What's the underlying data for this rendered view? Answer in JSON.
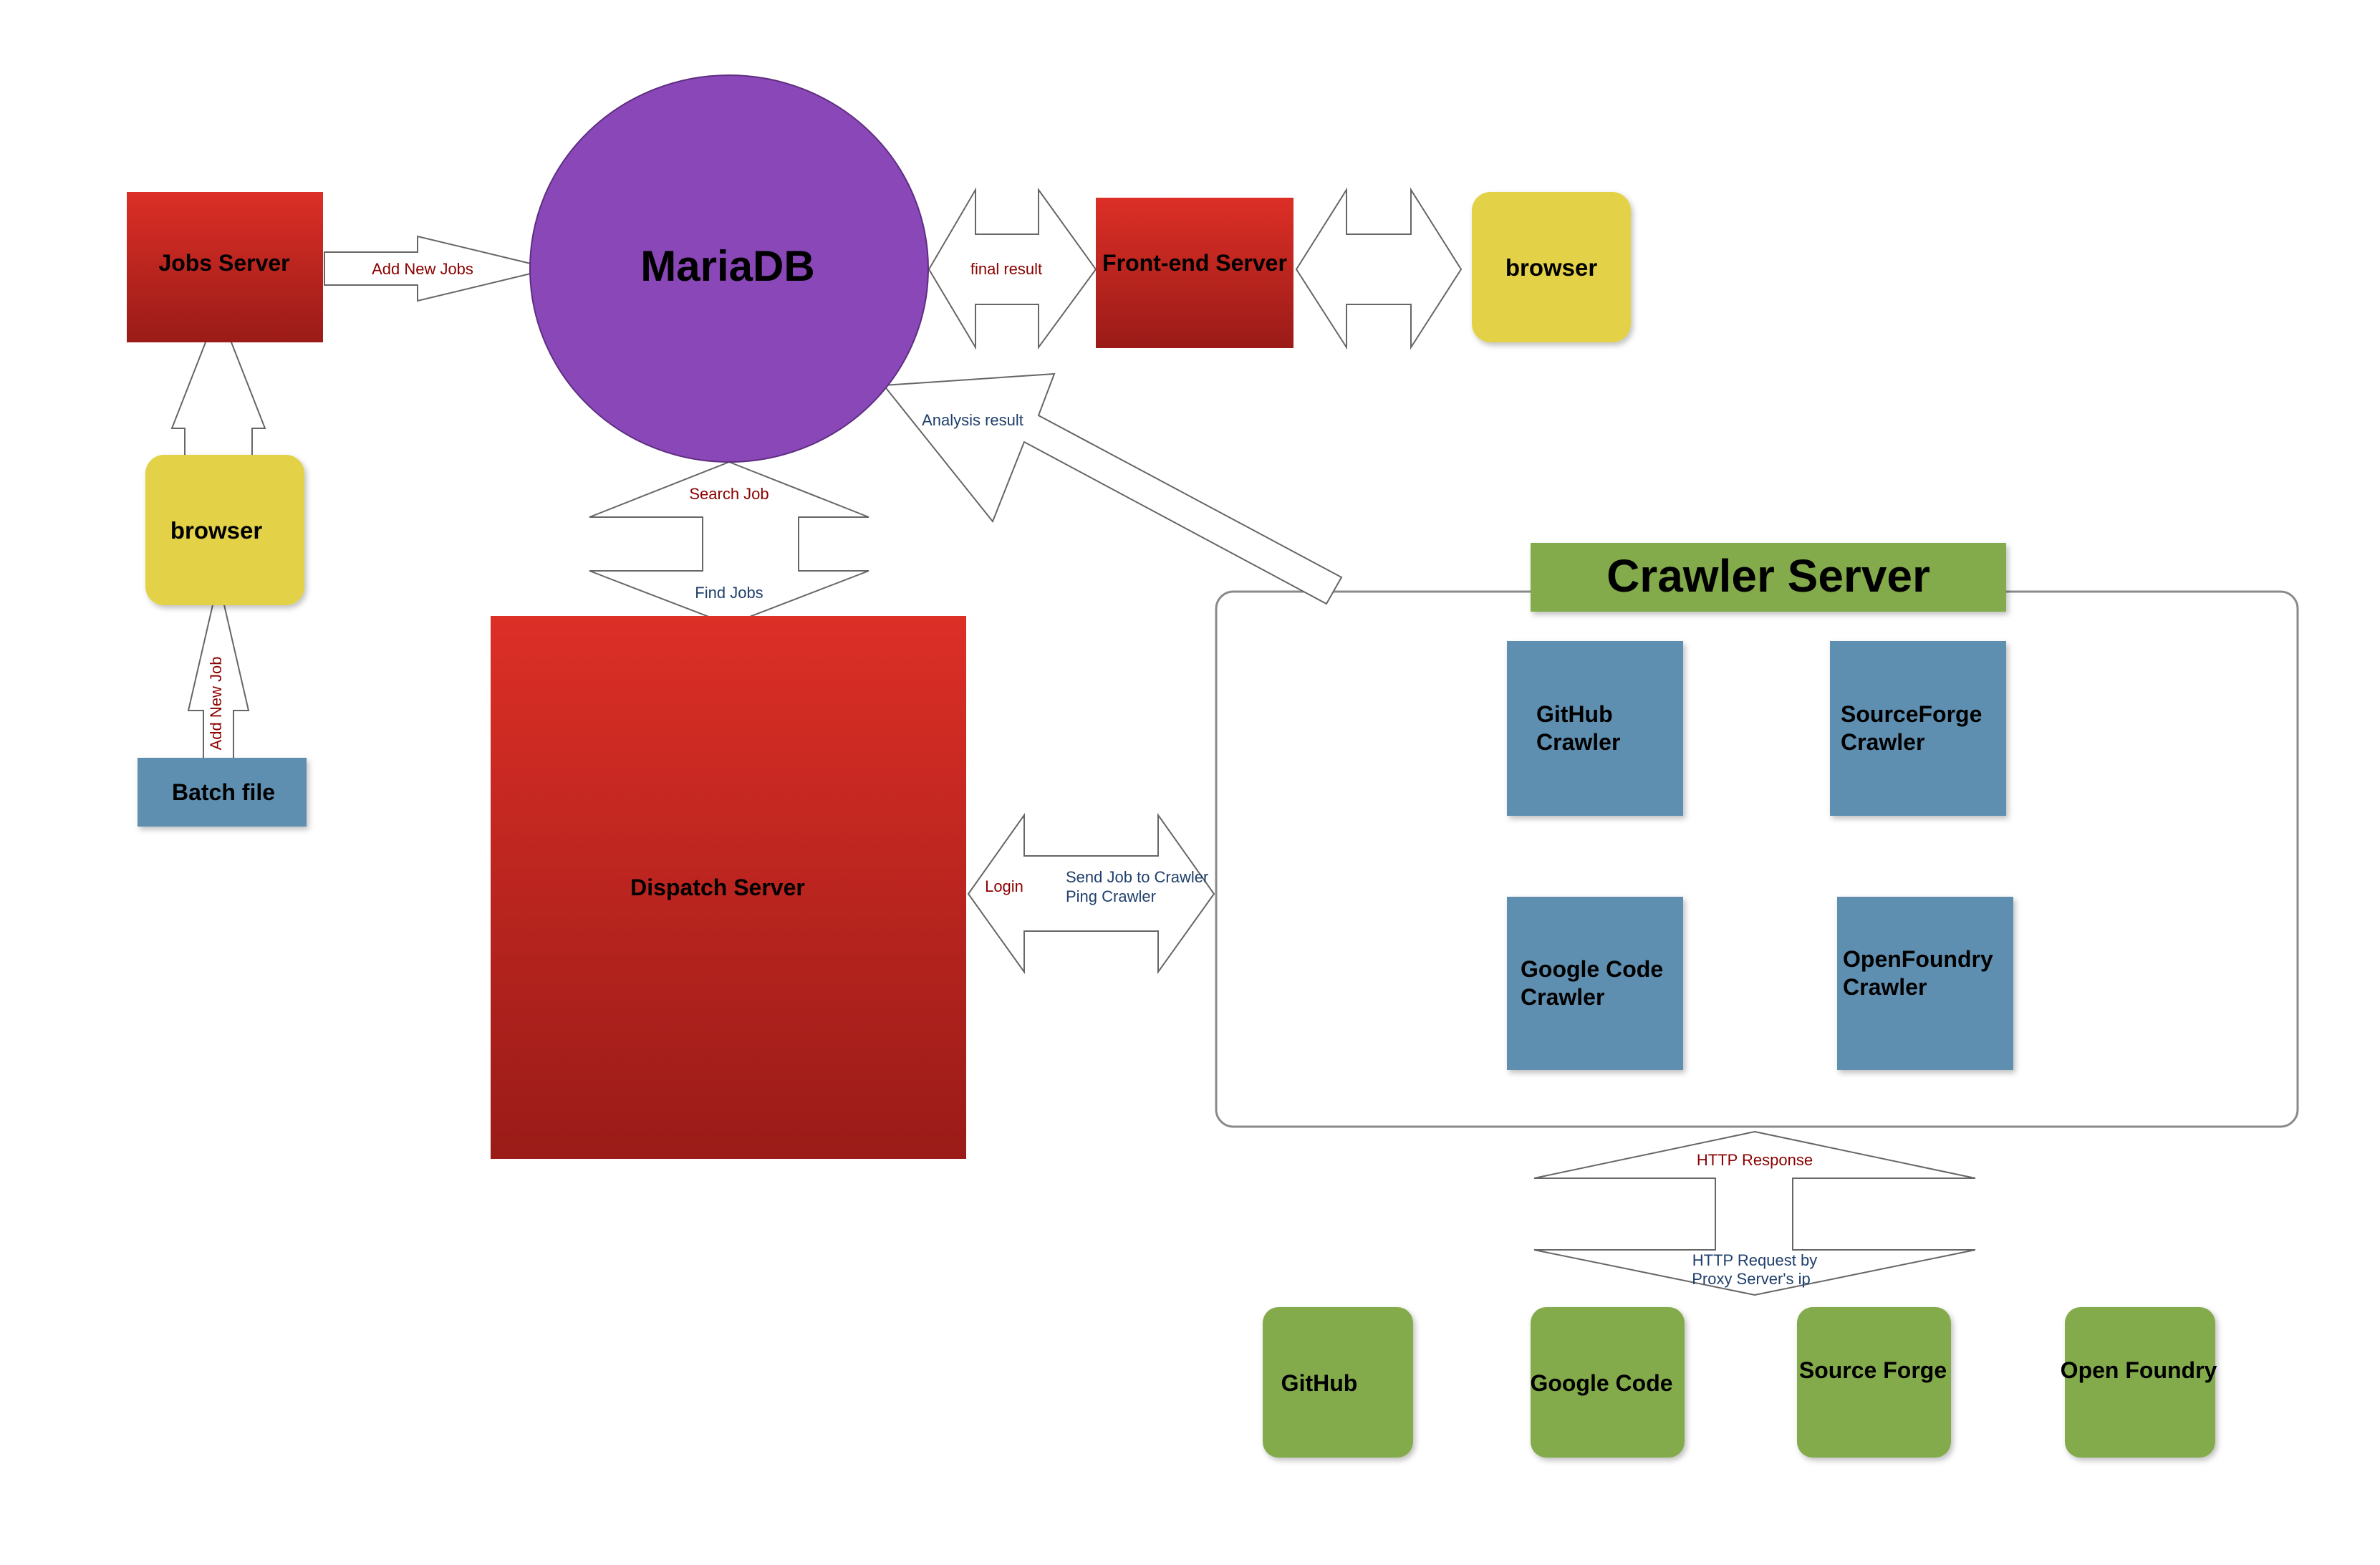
{
  "nodes": {
    "jobs_server": "Jobs Server",
    "mariadb": "MariaDB",
    "frontend_server": "Front-end Server",
    "browser_top": "browser",
    "browser_left": "browser",
    "batch_file": "Batch file",
    "dispatch_server": "Dispatch Server",
    "crawler_server": "Crawler Server",
    "github_crawler": [
      "GitHub",
      "Crawler"
    ],
    "sourceforge_crawler": [
      "SourceForge",
      "Crawler"
    ],
    "googlecode_crawler": [
      "Google Code",
      "Crawler"
    ],
    "openfoundry_crawler": [
      "OpenFoundry",
      "Crawler"
    ],
    "github": "GitHub",
    "google_code": "Google Code",
    "source_forge": "Source Forge",
    "open_foundry": "Open Foundry"
  },
  "edges": {
    "add_new_jobs": "Add New Jobs",
    "add_new_job": "Add New Job",
    "final_result": "final result",
    "analysis_result": "Analysis result",
    "search_job": "Search Job",
    "find_jobs": "Find Jobs",
    "login": "Login",
    "send_job": [
      "Send Job to Crawler",
      "Ping Crawler"
    ],
    "http_response": "HTTP Response",
    "http_request": [
      "HTTP Request by",
      "Proxy Server's ip"
    ]
  },
  "colors": {
    "red_top": "#dc2f26",
    "red_bottom": "#9a1b18",
    "purple": "#8a47b8",
    "yellow": "#e3d246",
    "blue": "#5e8fb0",
    "green": "#84ab4c"
  }
}
